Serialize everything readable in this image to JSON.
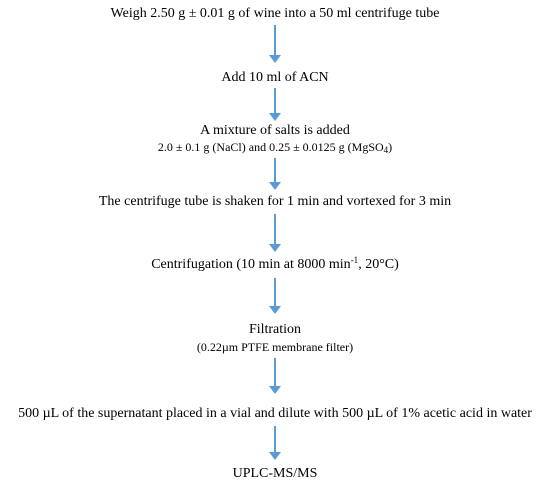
{
  "steps": {
    "weigh": "Weigh 2.50 g ± 0.01 g of wine into a 50 ml centrifuge tube",
    "add_acn": "Add 10 ml of ACN",
    "salts_title": "A mixture of salts is added",
    "salts_detail_a": "2.0 ± 0.1 g (NaCl) and 0.25 ± 0.0125 g (MgSO",
    "salts_detail_sub": "4",
    "salts_detail_b": ")",
    "shake": "The centrifuge tube is shaken for 1 min and vortexed for 3 min",
    "centrifugation_a": "Centrifugation (10 min at 8000 min",
    "centrifugation_sup": "-1",
    "centrifugation_b": ", 20°C)",
    "filtration_title": "Filtration",
    "filtration_detail": "(0.22µm PTFE membrane filter)",
    "dilute": "500 µL of the supernatant placed in a vial and dilute with 500 µL of 1% acetic acid in water",
    "analysis": "UPLC-MS/MS"
  },
  "colors": {
    "arrow": "#5b9bd5",
    "text": "#000000"
  }
}
